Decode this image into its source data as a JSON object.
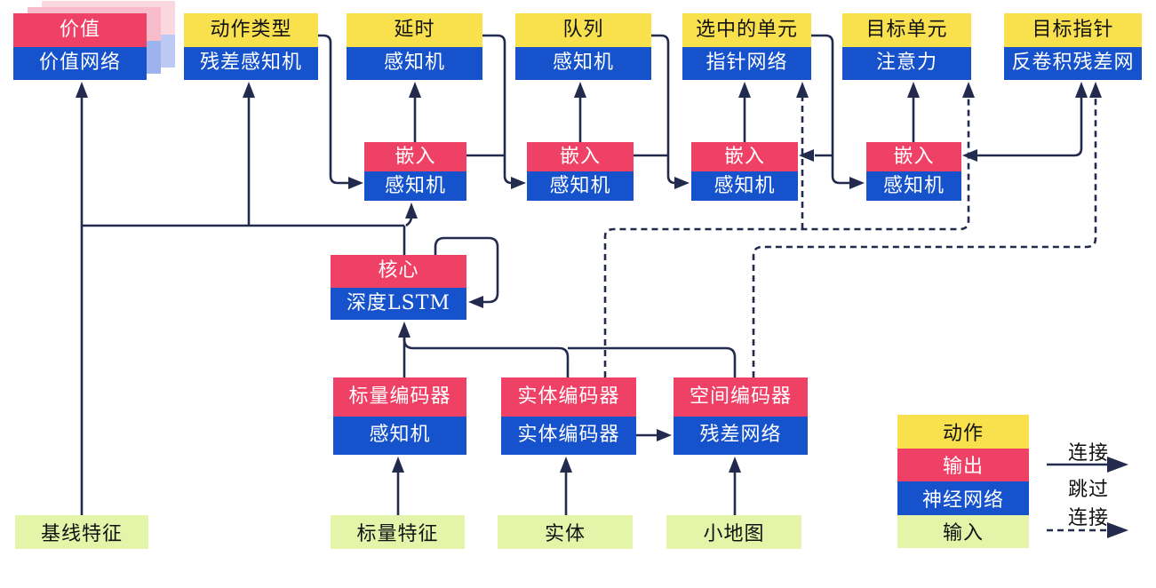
{
  "top_row": [
    {
      "header": "价值",
      "body": "价值网络"
    },
    {
      "header": "动作类型",
      "body": "残差感知机"
    },
    {
      "header": "延时",
      "body": "感知机"
    },
    {
      "header": "队列",
      "body": "感知机"
    },
    {
      "header": "选中的单元",
      "body": "指针网络"
    },
    {
      "header": "目标单元",
      "body": "注意力"
    },
    {
      "header": "目标指针",
      "body": "反卷积残差网"
    }
  ],
  "embed_row": [
    {
      "header": "嵌入",
      "body": "感知机"
    },
    {
      "header": "嵌入",
      "body": "感知机"
    },
    {
      "header": "嵌入",
      "body": "感知机"
    },
    {
      "header": "嵌入",
      "body": "感知机"
    }
  ],
  "core": {
    "header": "核心",
    "body": "深度LSTM"
  },
  "encoders": [
    {
      "header": "标量编码器",
      "body": "感知机"
    },
    {
      "header": "实体编码器",
      "body": "实体编码器"
    },
    {
      "header": "空间编码器",
      "body": "残差网络"
    }
  ],
  "inputs": [
    {
      "label": "基线特征"
    },
    {
      "label": "标量特征"
    },
    {
      "label": "实体"
    },
    {
      "label": "小地图"
    }
  ],
  "legend": {
    "rows": [
      {
        "label": "动作",
        "color": "#F9E14E"
      },
      {
        "label": "输出",
        "color": "#EF4166"
      },
      {
        "label": "神经网络",
        "color": "#1552CB"
      },
      {
        "label": "输入",
        "color": "#E4F5A9"
      }
    ],
    "solid_arrow_label": "连接",
    "dashed_arrow_label_line1": "跳过",
    "dashed_arrow_label_line2": "连接"
  },
  "colors": {
    "action_yellow": "#F9E14E",
    "output_red": "#EF4166",
    "network_blue": "#1552CB",
    "input_green": "#E4F5A9",
    "wire_navy": "#222B4E",
    "value_card_pink": "#F8BCCB",
    "value_card_blue": "#9DB3EE"
  }
}
